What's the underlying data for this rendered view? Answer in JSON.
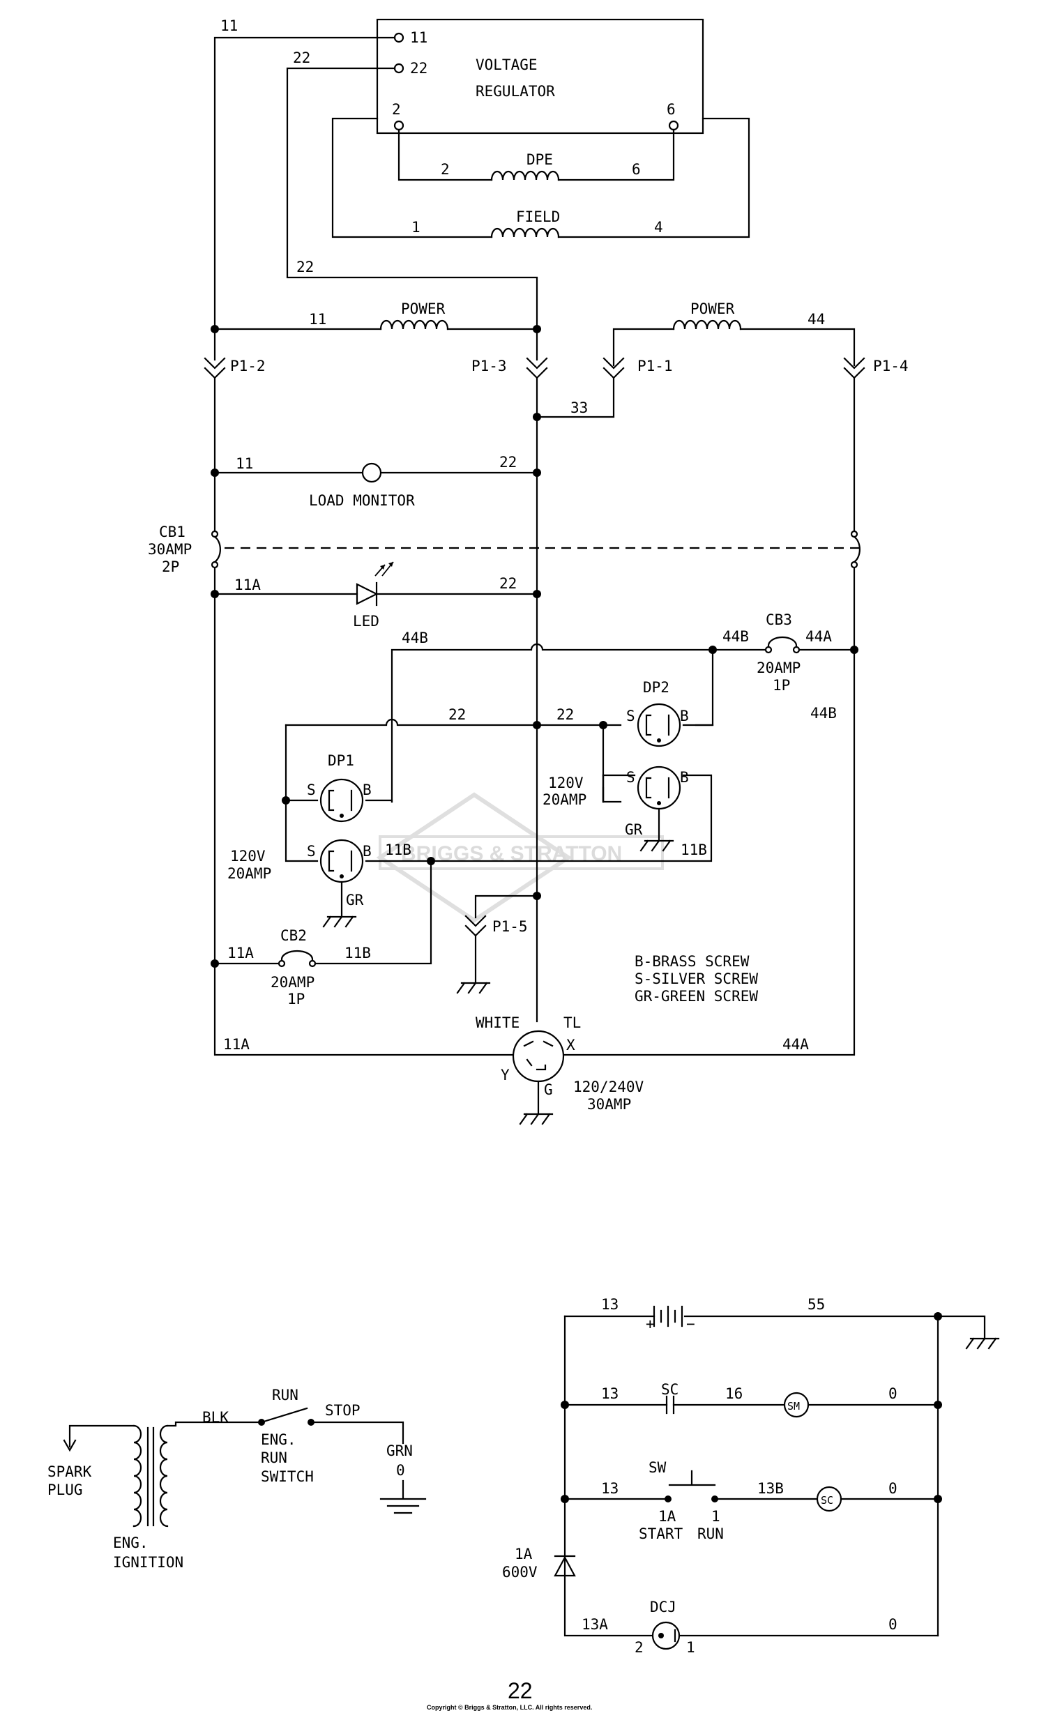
{
  "regulator": {
    "title1": "VOLTAGE",
    "title2": "REGULATOR",
    "t11": "11",
    "t22": "22",
    "t2": "2",
    "t6": "6"
  },
  "dpe": {
    "label": "DPE",
    "left": "2",
    "right": "6"
  },
  "field": {
    "label": "FIELD",
    "left": "1",
    "right": "4"
  },
  "wires": {
    "w11": "11",
    "w22": "22",
    "w33": "33",
    "w44": "44",
    "w11a": "11A",
    "w11b": "11B",
    "w44a": "44A",
    "w44b": "44B"
  },
  "power": {
    "label": "POWER"
  },
  "plugs": {
    "p1_1": "P1-1",
    "p1_2": "P1-2",
    "p1_3": "P1-3",
    "p1_4": "P1-4",
    "p1_5": "P1-5"
  },
  "load_monitor": "LOAD MONITOR",
  "cb1": {
    "name": "CB1",
    "rating": "30AMP",
    "poles": "2P"
  },
  "led": "LED",
  "cb2": {
    "name": "CB2",
    "rating": "20AMP",
    "poles": "1P"
  },
  "cb3": {
    "name": "CB3",
    "rating": "20AMP",
    "poles": "1P"
  },
  "dp1": {
    "name": "DP1",
    "s": "S",
    "b": "B",
    "volts": "120V",
    "amps": "20AMP",
    "gr": "GR"
  },
  "dp2": {
    "name": "DP2",
    "s": "S",
    "b": "B",
    "volts": "120V",
    "amps": "20AMP",
    "gr": "GR"
  },
  "legend": [
    "B-BRASS SCREW",
    "S-SILVER SCREW",
    "GR-GREEN SCREW"
  ],
  "twistlock": {
    "white": "WHITE",
    "tl": "TL",
    "x": "X",
    "y": "Y",
    "g": "G",
    "rating1": "120/240V",
    "rating2": "30AMP"
  },
  "ignition": {
    "spark": "SPARK",
    "plug": "PLUG",
    "blk": "BLK",
    "run": "RUN",
    "stop": "STOP",
    "eng": "ENG.",
    "run2": "RUN",
    "switch": "SWITCH",
    "grn": "GRN",
    "zero": "0",
    "eng_ign1": "ENG.",
    "eng_ign2": "IGNITION"
  },
  "starter": {
    "w13": "13",
    "w55": "55",
    "sc": "SC",
    "w16": "16",
    "sm": "SM",
    "zero": "0",
    "sw": "SW",
    "w13b": "13B",
    "w1a": "1A",
    "w1": "1",
    "start": "START",
    "runlbl": "RUN",
    "scnode": "SC",
    "d1a": "1A",
    "d600": "600V",
    "dcj": "DCJ",
    "w13a": "13A",
    "n2": "2",
    "n1": "1",
    "plus": "+",
    "minus": "−"
  },
  "watermark": "BRIGGS & STRATTON",
  "page_number": "22",
  "copyright": "Copyright © Briggs & Stratton, LLC. All rights reserved."
}
